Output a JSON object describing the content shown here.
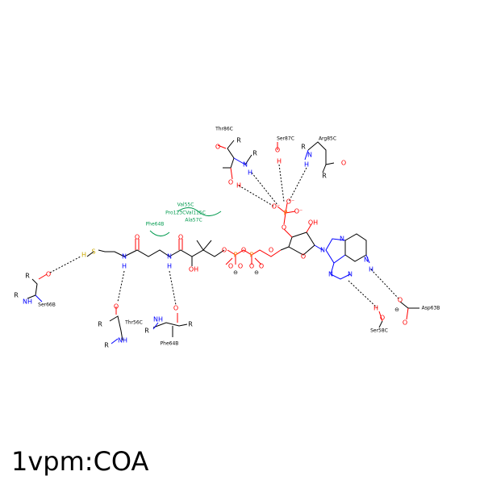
{
  "title": "1vpm:COA",
  "colors": {
    "carbon": "#000000",
    "oxygen": "#ff0000",
    "nitrogen": "#0000ff",
    "sulfur": "#ccaa00",
    "phosphorus": "#ff7f00",
    "hydrophobic": "#009a4e"
  },
  "atoms": {
    "S": "S",
    "H": "H",
    "O": "O",
    "N": "N",
    "P": "P",
    "R": "R",
    "OH": "OH",
    "NH": "NH",
    "O_minus": "O⁻",
    "neg": "⊖"
  },
  "residues": {
    "thr86c": "Thr86C",
    "ser87c": "Ser87C",
    "arg85c": "Arg85C",
    "ser66b": "Ser66B",
    "thr56c": "Thr56C",
    "phe64b_bottom": "Phe64B",
    "ser58c": "Ser58C",
    "asp63b": "Asp63B"
  },
  "hydrophobic_residues": {
    "val55c": "Val55C",
    "pro123c_val115c": "Pro123CVal115C",
    "ala57c": "Ala57C",
    "phe64b": "Phe64B"
  }
}
